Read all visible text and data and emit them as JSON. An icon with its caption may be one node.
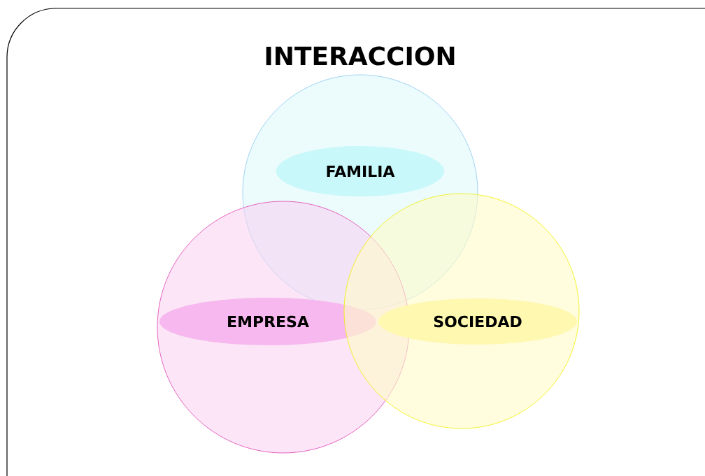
{
  "diagram": {
    "title": "INTERACCION",
    "nodes": [
      {
        "text": [
          "FAMILIA"
        ]
      },
      {
        "text": [
          "EMPRESA"
        ]
      },
      {
        "text": [
          "SOCIEDAD"
        ]
      }
    ]
  }
}
